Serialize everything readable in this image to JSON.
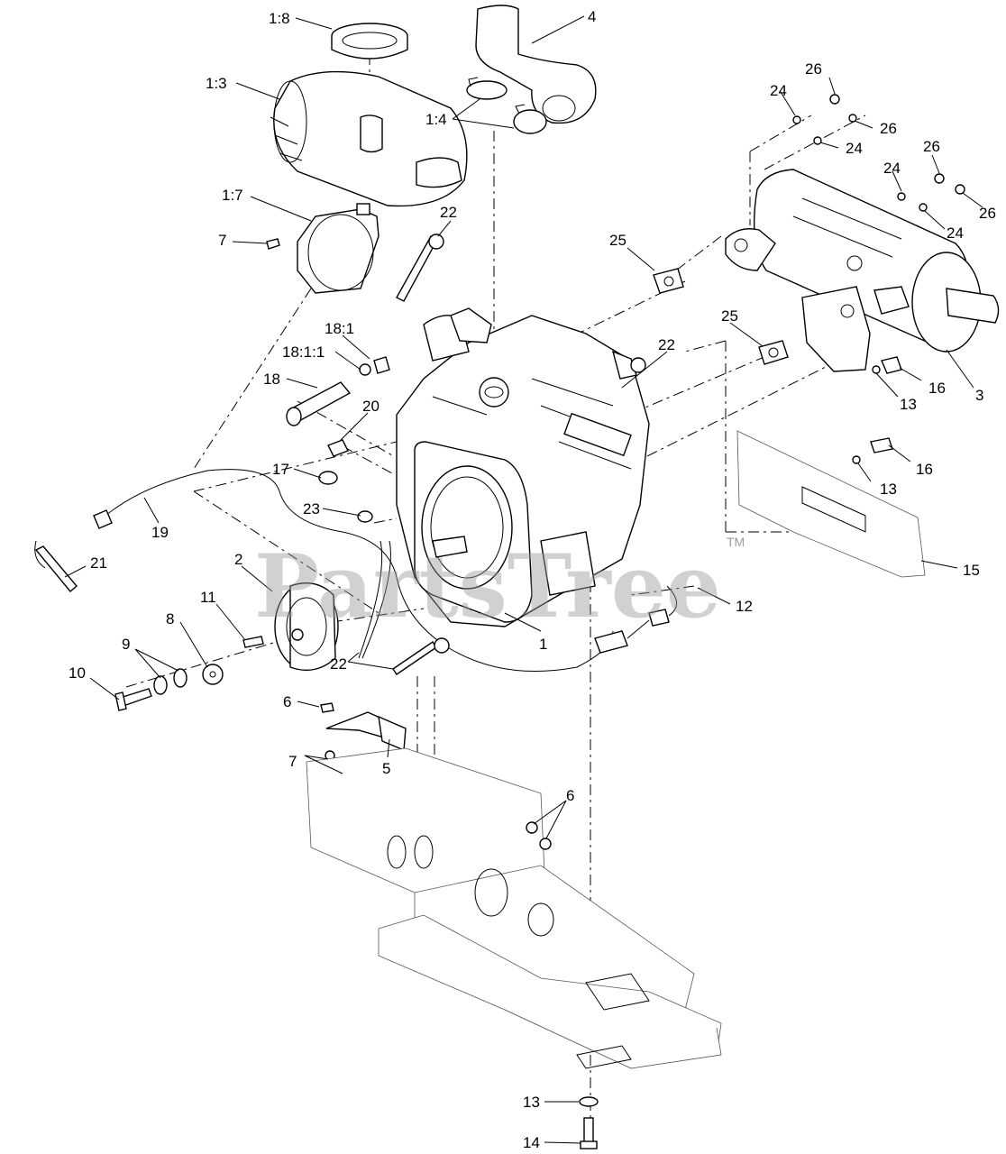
{
  "watermark": {
    "text": "PartsTree",
    "trademark": "TM"
  },
  "callouts": [
    {
      "id": "c-1-8",
      "label": "1:8"
    },
    {
      "id": "c-4",
      "label": "4"
    },
    {
      "id": "c-1-3",
      "label": "1:3"
    },
    {
      "id": "c-1-4",
      "label": "1:4"
    },
    {
      "id": "c-26a",
      "label": "26"
    },
    {
      "id": "c-24a",
      "label": "24"
    },
    {
      "id": "c-26b",
      "label": "26"
    },
    {
      "id": "c-24b",
      "label": "24"
    },
    {
      "id": "c-26c",
      "label": "26"
    },
    {
      "id": "c-24c",
      "label": "24"
    },
    {
      "id": "c-26d",
      "label": "26"
    },
    {
      "id": "c-24d",
      "label": "24"
    },
    {
      "id": "c-1-7",
      "label": "1:7"
    },
    {
      "id": "c-22a",
      "label": "22"
    },
    {
      "id": "c-7a",
      "label": "7"
    },
    {
      "id": "c-25a",
      "label": "25"
    },
    {
      "id": "c-18-1",
      "label": "18:1"
    },
    {
      "id": "c-25b",
      "label": "25"
    },
    {
      "id": "c-22b",
      "label": "22"
    },
    {
      "id": "c-18-1-1",
      "label": "18:1:1"
    },
    {
      "id": "c-18",
      "label": "18"
    },
    {
      "id": "c-16a",
      "label": "16"
    },
    {
      "id": "c-3",
      "label": "3"
    },
    {
      "id": "c-13a",
      "label": "13"
    },
    {
      "id": "c-20",
      "label": "20"
    },
    {
      "id": "c-16b",
      "label": "16"
    },
    {
      "id": "c-17",
      "label": "17"
    },
    {
      "id": "c-13b",
      "label": "13"
    },
    {
      "id": "c-23",
      "label": "23"
    },
    {
      "id": "c-19",
      "label": "19"
    },
    {
      "id": "c-2",
      "label": "2"
    },
    {
      "id": "c-21",
      "label": "21"
    },
    {
      "id": "c-15",
      "label": "15"
    },
    {
      "id": "c-11",
      "label": "11"
    },
    {
      "id": "c-12",
      "label": "12"
    },
    {
      "id": "c-8",
      "label": "8"
    },
    {
      "id": "c-9",
      "label": "9"
    },
    {
      "id": "c-1",
      "label": "1"
    },
    {
      "id": "c-22c",
      "label": "22"
    },
    {
      "id": "c-10",
      "label": "10"
    },
    {
      "id": "c-6a",
      "label": "6"
    },
    {
      "id": "c-7b",
      "label": "7"
    },
    {
      "id": "c-5",
      "label": "5"
    },
    {
      "id": "c-6b",
      "label": "6"
    },
    {
      "id": "c-13c",
      "label": "13"
    },
    {
      "id": "c-14",
      "label": "14"
    }
  ]
}
